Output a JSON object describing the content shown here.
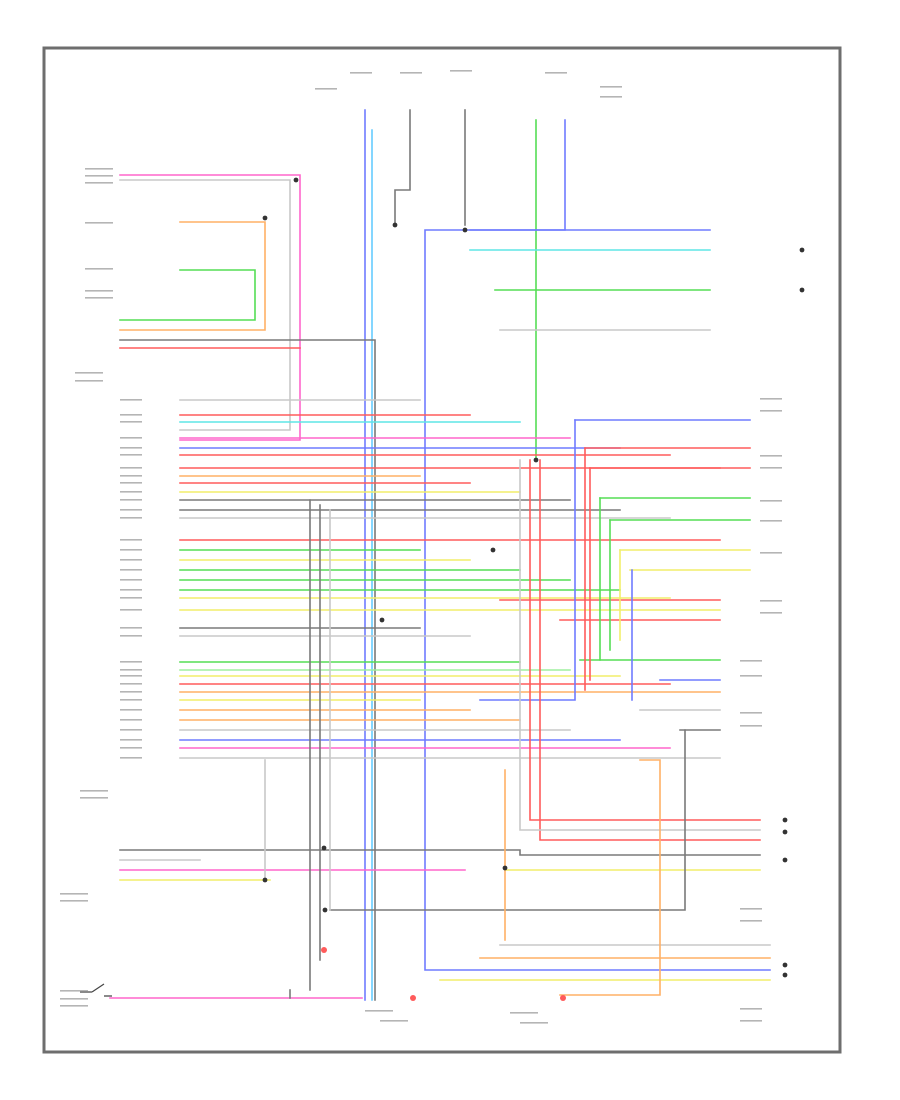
{
  "colors": {
    "red": "#ff5b5b",
    "pink": "#ff66cc",
    "orange": "#ffb066",
    "yellow": "#f2ee6a",
    "green": "#55dd55",
    "light_green": "#9ff09f",
    "blue": "#6f7bff",
    "light_blue": "#66ccff",
    "cyan": "#5fe6e6",
    "gray": "#7a7a7a",
    "light_gray": "#c8c8c8",
    "black": "#444444",
    "frame": "#6e6e6e"
  },
  "components": [
    {
      "id": "left-connector-group-top"
    },
    {
      "id": "left-connector-group-mid"
    },
    {
      "id": "main-harness-connector"
    },
    {
      "id": "bottom-left-switch"
    },
    {
      "id": "bottom-center-module"
    },
    {
      "id": "bottom-right-module"
    },
    {
      "id": "right-connector-top"
    },
    {
      "id": "right-connector-bottom"
    }
  ]
}
